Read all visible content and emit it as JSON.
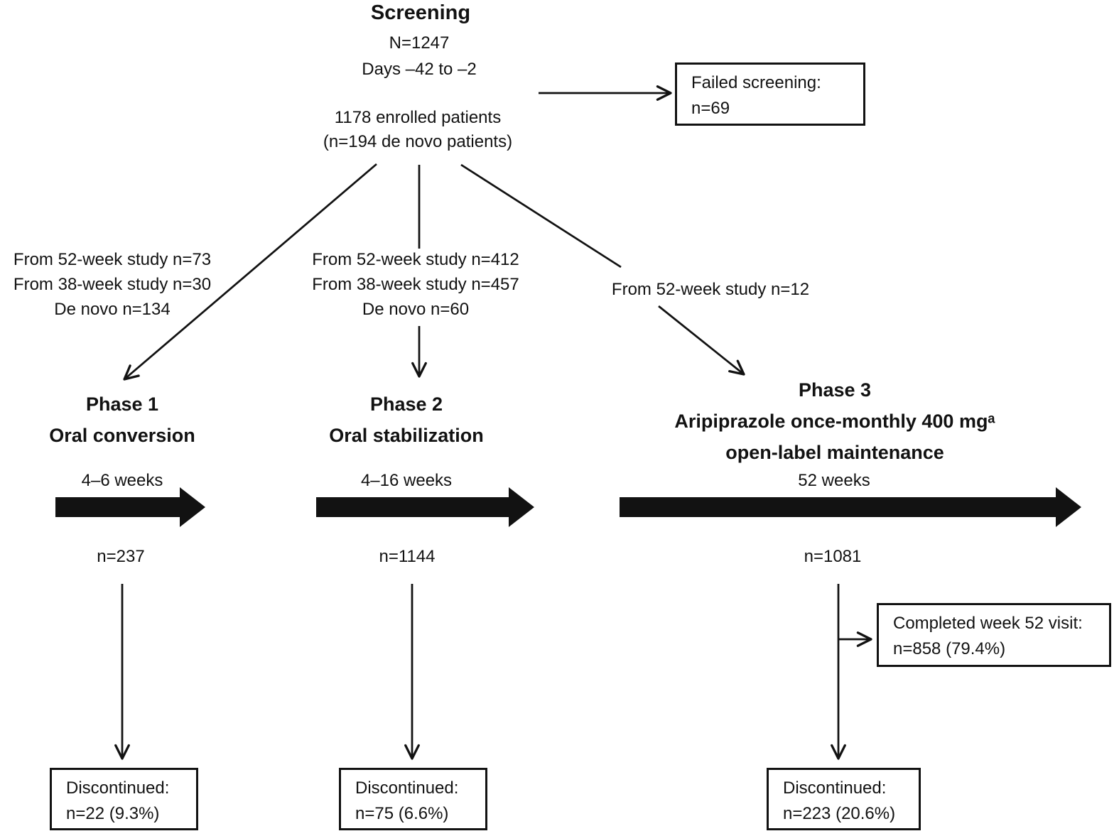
{
  "colors": {
    "ink": "#121212",
    "background": "#ffffff"
  },
  "screening": {
    "title": "Screening",
    "n_total": "N=1247",
    "days": "Days –42 to –2",
    "enrolled": "1178 enrolled patients",
    "enrolled_note": "(n=194 de novo patients)"
  },
  "failed_screening": {
    "line1": "Failed screening:",
    "line2": "n=69"
  },
  "branches": {
    "phase1": [
      "From 52-week study n=73",
      "From 38-week study n=30",
      "De novo n=134"
    ],
    "phase2": [
      "From 52-week study n=412",
      "From 38-week study n=457",
      "De novo n=60"
    ],
    "phase3": [
      "From 52-week study n=12"
    ]
  },
  "phases": [
    {
      "title": "Phase 1",
      "subtitle": "Oral conversion",
      "duration": "4–6 weeks",
      "n": "n=237",
      "discontinued": {
        "line1": "Discontinued:",
        "line2": "n=22 (9.3%)"
      }
    },
    {
      "title": "Phase 2",
      "subtitle": "Oral stabilization",
      "duration": "4–16 weeks",
      "n": "n=1144",
      "discontinued": {
        "line1": "Discontinued:",
        "line2": "n=75 (6.6%)"
      }
    },
    {
      "title": "Phase 3",
      "subtitle": "Aripiprazole once-monthly 400 mgᵃ",
      "subtitle2": "open-label maintenance",
      "duration": "52 weeks",
      "n": "n=1081",
      "completed": {
        "line1": "Completed week 52 visit:",
        "line2": "n=858 (79.4%)"
      },
      "discontinued": {
        "line1": "Discontinued:",
        "line2": "n=223 (20.6%)"
      }
    }
  ]
}
